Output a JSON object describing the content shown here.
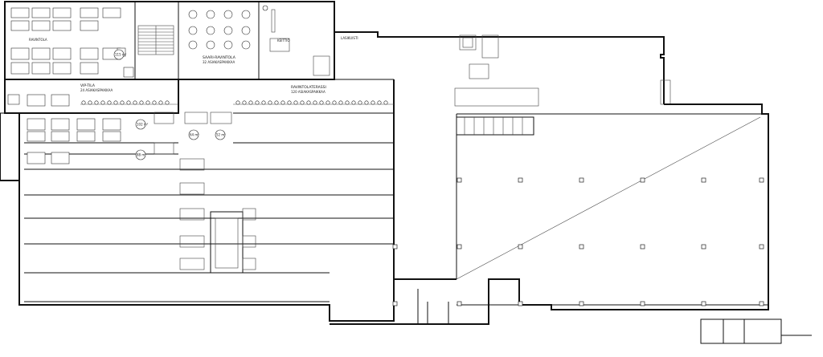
{
  "rooms": [
    {
      "id": "top-left-hall",
      "label": "RAVINTOLA"
    },
    {
      "id": "restaurant-north",
      "label": "SAARI-RAVINTOLA"
    },
    {
      "id": "restaurant-north-sub",
      "label": "32 ASIAKASPAIKKAA"
    },
    {
      "id": "kitchen",
      "label": "KEITTIÖ"
    },
    {
      "id": "east-hall",
      "label": "LASIKUISTI"
    },
    {
      "id": "vip-room",
      "label": "VIP-TILA"
    },
    {
      "id": "vip-room-sub",
      "label": "24 ASIAKASPAIKKAA"
    },
    {
      "id": "restaurant-terrace",
      "label": "RAVINTOLATERASSI"
    },
    {
      "id": "restaurant-terrace-sub",
      "label": "120 ASIAKASPAIKKAA"
    }
  ],
  "tags": [
    "115 m²",
    "102 m²",
    "88 m²",
    "64 m²",
    "52 m²"
  ]
}
